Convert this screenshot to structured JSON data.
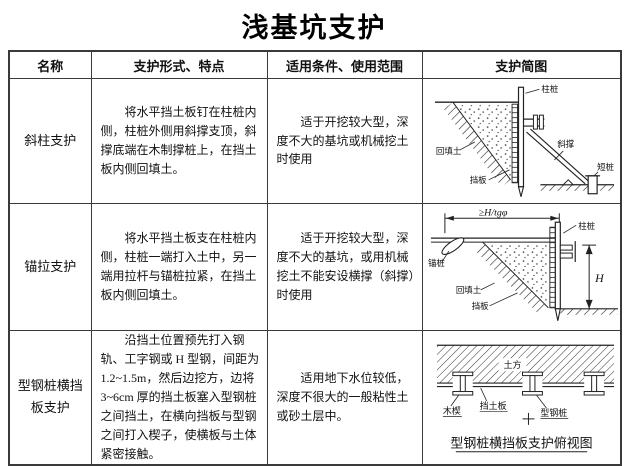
{
  "page": {
    "title": "浅基坑支护"
  },
  "table": {
    "headers": [
      "名称",
      "支护形式、特点",
      "适用条件、使用范围",
      "支护简图"
    ],
    "rows": [
      {
        "name": "斜柱支护",
        "feature": "将水平挡土板钉在柱桩内侧，柱桩外侧用斜撑支顶，斜撑底端在木制撑桩上，在挡土板内侧回填土。",
        "condition": "适于开挖较大型，深度不大的基坑或机械挖土时使用",
        "sketch": {
          "pile": "柱桩",
          "backfill": "回填土",
          "brace": "斜撑",
          "board": "挡板",
          "short_pile": "短桩"
        }
      },
      {
        "name": "锚拉支护",
        "feature": "将水平挡土板支在柱桩内侧，柱桩一端打入土中，另一端用拉杆与锚桩拉紧，在挡土板内侧回填土。",
        "condition": "适于开挖较大型，深度不大的基坑，或用机械挖土不能安设横撑（斜撑）时使用",
        "sketch": {
          "dim": "≥H/tgφ",
          "pile": "柱桩",
          "anchor": "锚桩",
          "backfill": "回填土",
          "board": "挡板",
          "height": "H"
        }
      },
      {
        "name": "型钢桩横挡板支护",
        "feature": "沿挡土位置预先打入钢轨、工字钢或 H 型钢，间距为1.2~1.5m，然后边挖方，边将3~6cm 厚的挡土板塞入型钢桩之间挡土，在横向挡板与型钢之间打入楔子，使横板与土体紧密接触。",
        "condition": "适用地下水位较低，深度不很大的一般粘性土或砂土层中。",
        "sketch": {
          "soil": "土方",
          "wedge": "木楔",
          "board": "挡土板",
          "pile": "型钢桩",
          "caption": "型钢桩横挡板支护俯视图"
        }
      }
    ]
  }
}
